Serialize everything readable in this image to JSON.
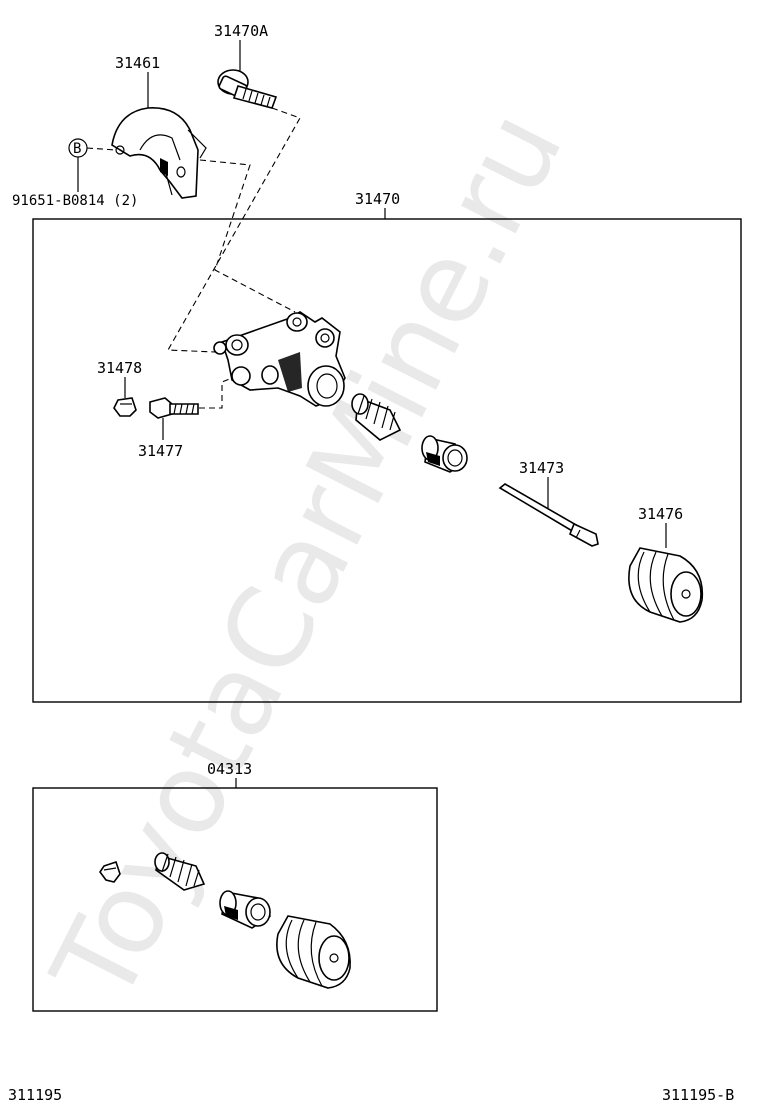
{
  "watermark": "ToyotaCarMine.ru",
  "labels": {
    "bolt": "31470A",
    "bracket": "31461",
    "clip_ref": "B",
    "clip_part": "91651-B0814 (2)",
    "cylinder_assy": "31470",
    "cap": "31478",
    "bleeder": "31477",
    "push_rod": "31473",
    "boot": "31476",
    "repair_kit": "04313",
    "footer_left": "311195",
    "footer_right": "311195-B"
  }
}
